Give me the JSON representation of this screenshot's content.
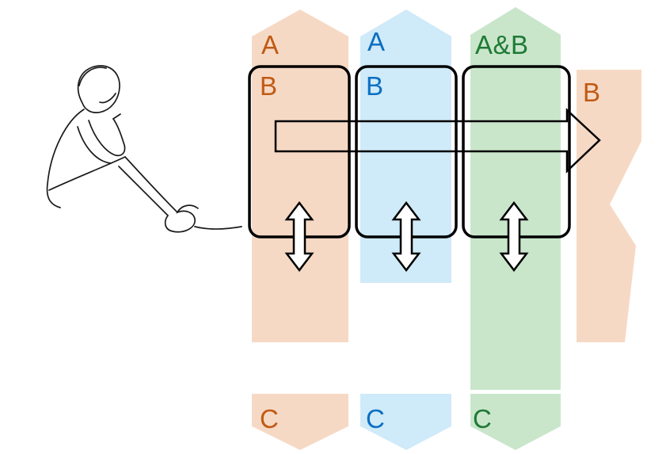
{
  "colors": {
    "orange_fill": "#f6d9c5",
    "blue_fill": "#cfeaf8",
    "green_fill": "#c9e6cb",
    "orange_text": "#c05a14",
    "blue_text": "#0b6fc2",
    "green_text": "#1f7a35",
    "outline": "#000000",
    "sketch": "#1a1a1a",
    "arrow_fill_white": "#ffffff"
  },
  "columns": [
    {
      "top_label": "A",
      "box_label": "B",
      "bottom_label": "C"
    },
    {
      "top_label": "A",
      "box_label": "B",
      "bottom_label": "C"
    },
    {
      "top_label": "A&B",
      "box_label": "",
      "bottom_label": "C"
    }
  ],
  "output_label": "B"
}
